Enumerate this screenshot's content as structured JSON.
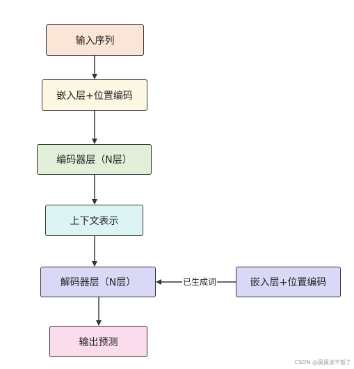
{
  "nodes": {
    "input_sequence": {
      "label": "输入序列",
      "fill": "#fbe5d6"
    },
    "embedding_top": {
      "label": "嵌入层+位置编码",
      "fill": "#fdf7e3"
    },
    "encoder": {
      "label": "编码器层（N层）",
      "fill": "#e2f0d9"
    },
    "context": {
      "label": "上下文表示",
      "fill": "#ddf4f4"
    },
    "decoder": {
      "label": "解码器层（N层）",
      "fill": "#d9d9f7"
    },
    "embedding_side": {
      "label": "嵌入层+位置编码",
      "fill": "#d9d9f7"
    },
    "output": {
      "label": "输出预测",
      "fill": "#fadcec"
    }
  },
  "edges": {
    "generated_label": "已生成词"
  },
  "watermark": "CSDN @昊昊该干饭了"
}
